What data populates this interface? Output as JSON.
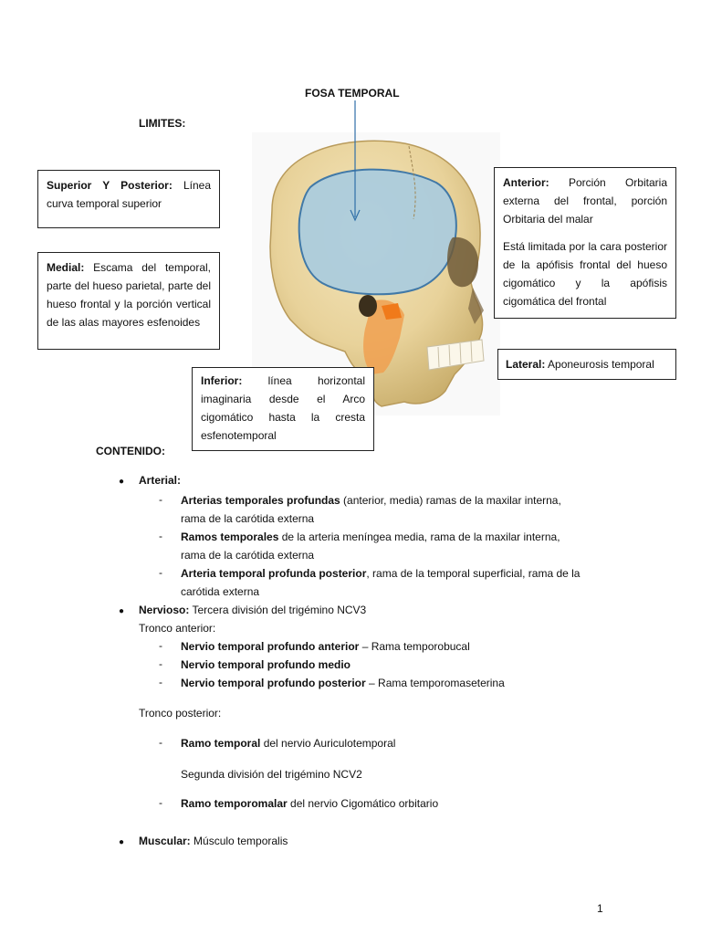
{
  "title": "FOSA TEMPORAL",
  "limites_heading": "LIMITES:",
  "boxes": {
    "superior": {
      "label": "Superior Y Posterior:",
      "text": "Línea curva temporal superior"
    },
    "medial": {
      "label": "Medial:",
      "text": "Escama del temporal, parte del hueso parietal, parte del hueso frontal y la porción vertical de las alas mayores esfenoides"
    },
    "anterior": {
      "label": "Anterior:",
      "text": "Porción Orbitaria externa del frontal, porción Orbitaria del malar",
      "text2": "Está limitada por la cara posterior de la apófisis frontal del hueso cigomático y la apófisis cigomática del frontal"
    },
    "lateral": {
      "label": "Lateral:",
      "text": "Aponeurosis temporal"
    },
    "inferior": {
      "label": "Inferior:",
      "text": "línea horizontal imaginaria desde el Arco cigomático hasta la cresta esfenotemporal"
    }
  },
  "contenido_heading": "CONTENIDO:",
  "arterial": {
    "label": "Arterial:",
    "items": [
      {
        "b": "Arterias temporales profundas",
        "t": " (anterior, media) ramas de la  maxilar interna,",
        "t2": "rama de la carótida externa"
      },
      {
        "b": "Ramos temporales",
        "t": " de la arteria meníngea media, rama de la maxilar interna,",
        "t2": "rama de la carótida externa"
      },
      {
        "b": "Arteria temporal profunda posterior",
        "t": ", rama de la  temporal superficial, rama de la",
        "t2": "carótida externa"
      }
    ]
  },
  "nervioso": {
    "label": "Nervioso:",
    "text": " Tercera división del trigémino NCV3",
    "tronco_anterior": "Tronco anterior:",
    "ant_items": [
      {
        "b": "Nervio temporal profundo anterior",
        "t": " – Rama temporobucal"
      },
      {
        "b": "Nervio temporal profundo medio",
        "t": ""
      },
      {
        "b": "Nervio temporal profundo posterior",
        "t": " – Rama temporomaseterina"
      }
    ],
    "tronco_posterior": "Tronco posterior:",
    "post_item1": {
      "b": "Ramo temporal",
      "t": " del nervio Auriculotemporal"
    },
    "segunda": "Segunda división del trigémino NCV2",
    "post_item2": {
      "b": "Ramo temporomalar",
      "t": " del nervio Cigomático orbitario"
    }
  },
  "muscular": {
    "label": "Muscular:",
    "text": " Músculo temporalis"
  },
  "page_number": "1"
}
